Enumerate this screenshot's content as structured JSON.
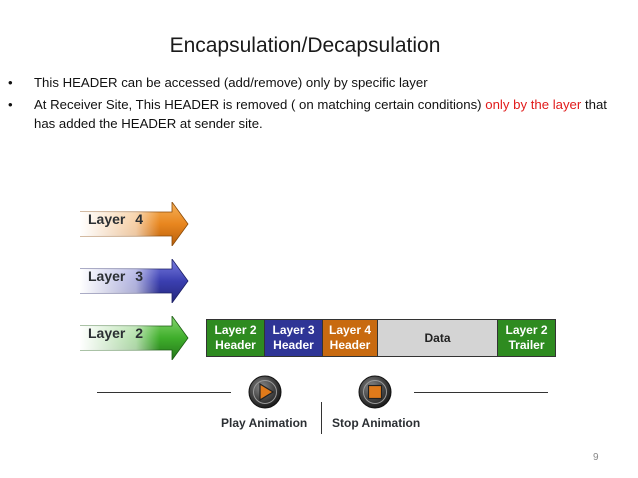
{
  "slide": {
    "title": "Encapsulation/Decapsulation",
    "bullets": [
      {
        "text": "This HEADER can be accessed (add/remove) only by specific layer",
        "highlight": ""
      },
      {
        "text": "At Receiver Site, This HEADER is removed ( on matching certain conditions) ",
        "highlight": "only by the layer",
        "rest": " that has added the HEADER at sender site."
      }
    ],
    "bullet_symbol": "•",
    "page_number": "9"
  },
  "diagram": {
    "layers": [
      {
        "label": "Layer 4",
        "color": "#e8861f"
      },
      {
        "label": "Layer 3",
        "color": "#3b3fb0"
      },
      {
        "label": "Layer 2",
        "color": "#3fae2b"
      }
    ],
    "packet": [
      {
        "line1": "Layer 2",
        "line2": "Header"
      },
      {
        "line1": "Layer 3",
        "line2": "Header"
      },
      {
        "line1": "Layer 4",
        "line2": "Header"
      },
      {
        "line1": "Data",
        "line2": ""
      },
      {
        "line1": "Layer 2",
        "line2": "Trailer"
      }
    ],
    "controls": {
      "play_label": "Play Animation",
      "stop_label": "Stop Animation"
    }
  },
  "colors": {
    "highlight_text": "#e11b1b",
    "green": "#2e8b20",
    "blue": "#2f3596",
    "orange": "#c86a10",
    "data_gray": "#d4d4d4"
  }
}
